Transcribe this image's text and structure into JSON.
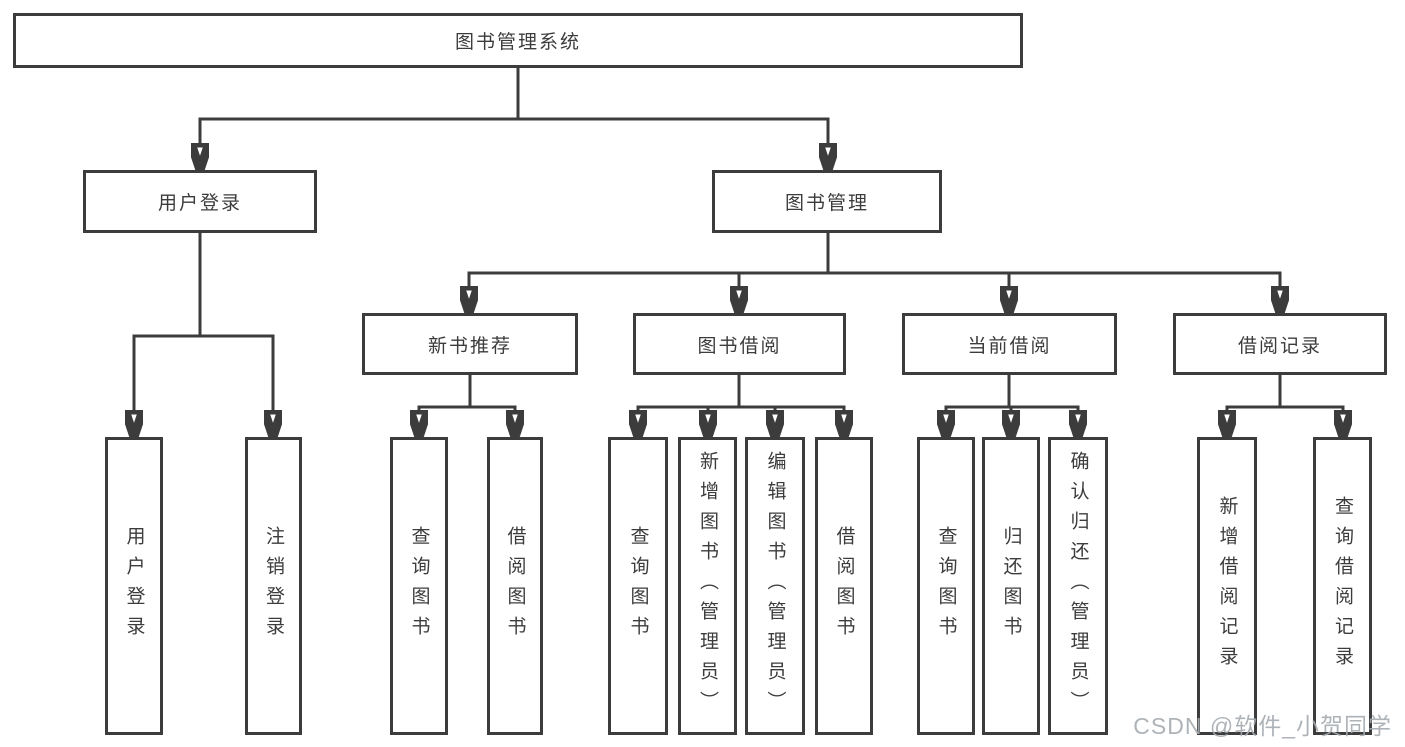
{
  "tree": {
    "root": {
      "label": "图书管理系统"
    },
    "branches": [
      {
        "label": "用户登录",
        "children": [
          {
            "label": "用户登录"
          },
          {
            "label": "注销登录"
          }
        ]
      },
      {
        "label": "图书管理",
        "children": [
          {
            "label": "新书推荐",
            "children": [
              {
                "label": "查询图书"
              },
              {
                "label": "借阅图书"
              }
            ]
          },
          {
            "label": "图书借阅",
            "children": [
              {
                "label": "查询图书"
              },
              {
                "label": "新增图书（管理员）"
              },
              {
                "label": "编辑图书（管理员）"
              },
              {
                "label": "借阅图书"
              }
            ]
          },
          {
            "label": "当前借阅",
            "children": [
              {
                "label": "查询图书"
              },
              {
                "label": "归还图书"
              },
              {
                "label": "确认归还（管理员）"
              }
            ]
          },
          {
            "label": "借阅记录",
            "children": [
              {
                "label": "新增借阅记录"
              },
              {
                "label": "查询借阅记录"
              }
            ]
          }
        ]
      }
    ]
  },
  "watermark": {
    "text": "CSDN @软件_小贺同学"
  },
  "style": {
    "line_color": "#3c3c3c",
    "box_background": "#ffffff",
    "watermark_color": "#a6abb1"
  }
}
